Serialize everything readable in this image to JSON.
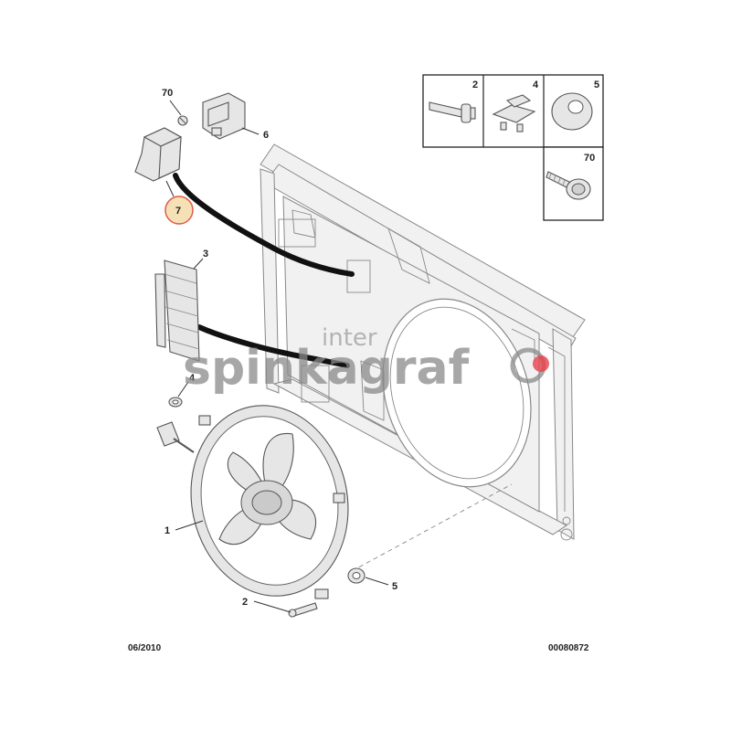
{
  "callouts": {
    "c70_top": "70",
    "c6": "6",
    "c7": "7",
    "c3": "3",
    "c4": "4",
    "c1": "1",
    "c2": "2",
    "c5": "5"
  },
  "inset": {
    "cell_2": "2",
    "cell_4": "4",
    "cell_5": "5",
    "cell_70": "70"
  },
  "footer": {
    "date": "06/2010",
    "ref": "00080872"
  },
  "watermark": {
    "brand": "spinkagraf",
    "small": "inter"
  },
  "colors": {
    "highlight_fill": "#f6e1b6",
    "highlight_stroke": "#e05a4a",
    "watermark_dot": "#e9414b"
  }
}
